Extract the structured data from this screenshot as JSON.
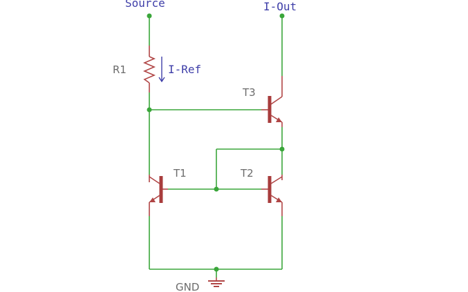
{
  "labels": {
    "source": "Source",
    "i_out": "I-Out",
    "r1": "R1",
    "i_ref": "I-Ref",
    "t1": "T1",
    "t2": "T2",
    "t3": "T3",
    "gnd": "GND"
  },
  "colors": {
    "wire": "#3aa63a",
    "component": "#b04545",
    "net_label": "#3e3ea8",
    "part_label": "#6b6b6b"
  }
}
